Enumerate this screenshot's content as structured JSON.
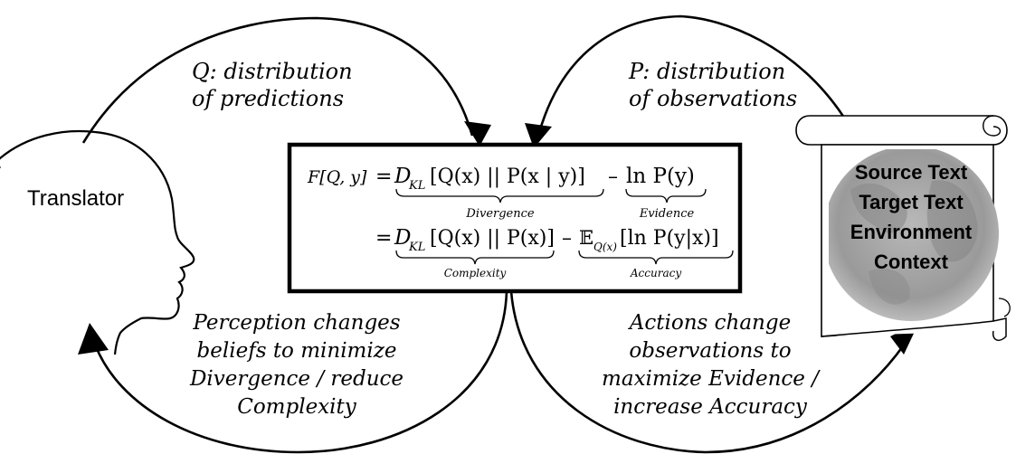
{
  "labels": {
    "q_line1": "Q: distribution",
    "q_line2": "of predictions",
    "p_line1": "P: distribution",
    "p_line2": "of observations",
    "translator": "Translator",
    "perception": [
      "Perception changes",
      "beliefs to minimize",
      "Divergence / reduce",
      "Complexity"
    ],
    "actions": [
      "Actions change",
      "observations to",
      "maximize Evidence /",
      "increase Accuracy"
    ],
    "scroll": [
      "Source Text",
      "Target Text",
      "Environment",
      "Context"
    ]
  },
  "equation": {
    "lhs": "F[Q, y]",
    "eq": "=",
    "d": "D",
    "kl": "KL",
    "term1": "[Q(x) || P(x | y)]",
    "minus": "–",
    "term2": "ln P(y)",
    "term3": "[Q(x) || P(x)]",
    "e": "𝔼",
    "esub": "Q(x)",
    "term4": "[ln P(y|x)]",
    "divergence": "Divergence",
    "evidence": "Evidence",
    "complexity": "Complexity",
    "accuracy": "Accuracy"
  },
  "colors": {
    "stroke": "#000000",
    "globe_center": "#9a9a9a",
    "globe_edge": "#e2e2e2"
  },
  "icons": [
    "head-silhouette-icon",
    "scroll-icon",
    "globe-icon"
  ]
}
